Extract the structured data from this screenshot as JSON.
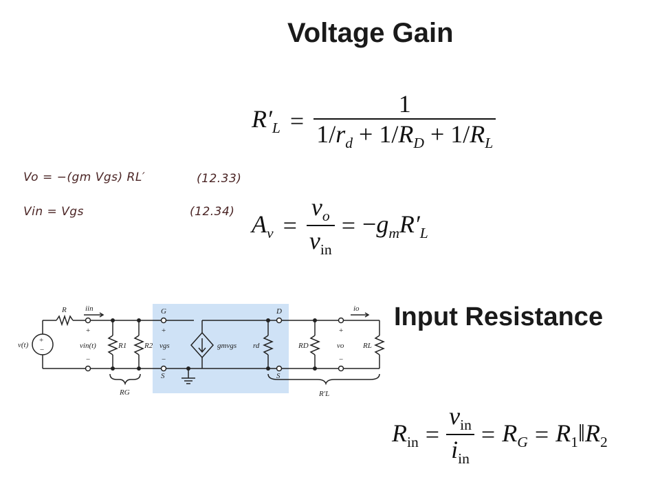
{
  "sections": {
    "voltage_gain_title": "Voltage Gain",
    "input_resistance_title": "Input Resistance"
  },
  "handwritten": {
    "eq1": "Vo = −(gm Vgs) RL′",
    "eq1_number": "(12.33)",
    "eq2": "Vin = Vgs",
    "eq2_number": "(12.34)"
  },
  "equations": {
    "rl_prime": {
      "lhs": "R′L",
      "num": "1",
      "den": "1/rd + 1/RD + 1/RL"
    },
    "av": {
      "lhs": "Av",
      "num": "vo",
      "den": "vin",
      "rhs": "−gmR′L"
    },
    "rin": {
      "lhs": "Rin",
      "num": "vin",
      "den": "iin",
      "mid": "RG",
      "rhs": "R1‖R2"
    }
  },
  "circuit": {
    "labels": {
      "source": "v(t)",
      "R": "R",
      "iin": "iin",
      "vin_t": "vin(t)",
      "R1": "R1",
      "R2": "R2",
      "RG": "RG",
      "G": "G",
      "S": "S",
      "vgs": "vgs",
      "gmvgs": "gmvgs",
      "D": "D",
      "rd": "rd",
      "RD": "RD",
      "vo": "vo",
      "io": "io",
      "RL": "RL",
      "RL_prime": "R′L",
      "plus": "+",
      "minus": "−"
    },
    "highlight_color": "#cfe2f6"
  }
}
